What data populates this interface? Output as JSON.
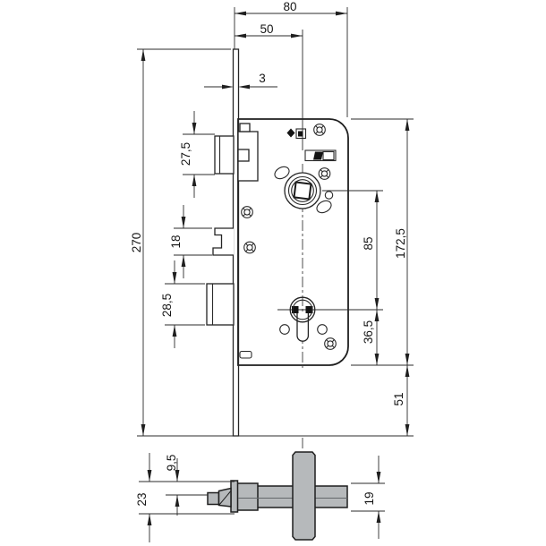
{
  "drawing": {
    "type": "technical dimension drawing",
    "subject": "mortise door lock - front view and plan view",
    "dimensions": {
      "case_depth": {
        "label": "80"
      },
      "backset": {
        "label": "50"
      },
      "faceplate_thickness": {
        "label": "3"
      },
      "faceplate_height": {
        "label": "270"
      },
      "latch_bolt_height": {
        "label": "27,5"
      },
      "aux_latch_height": {
        "label": "18"
      },
      "deadbolt_height": {
        "label": "28,5"
      },
      "follower_to_cylinder": {
        "label": "85"
      },
      "case_height": {
        "label": "172,5"
      },
      "cylinder_to_case_bottom": {
        "label": "36,5"
      },
      "case_to_faceplate_end": {
        "label": "51"
      },
      "latch_tip_depth": {
        "label": "9,5"
      },
      "overall_depth": {
        "label": "23"
      },
      "case_width": {
        "label": "19"
      }
    },
    "colors": {
      "line": "#232323",
      "metal_gray": "#b6b9bb",
      "background": "#ffffff"
    }
  }
}
